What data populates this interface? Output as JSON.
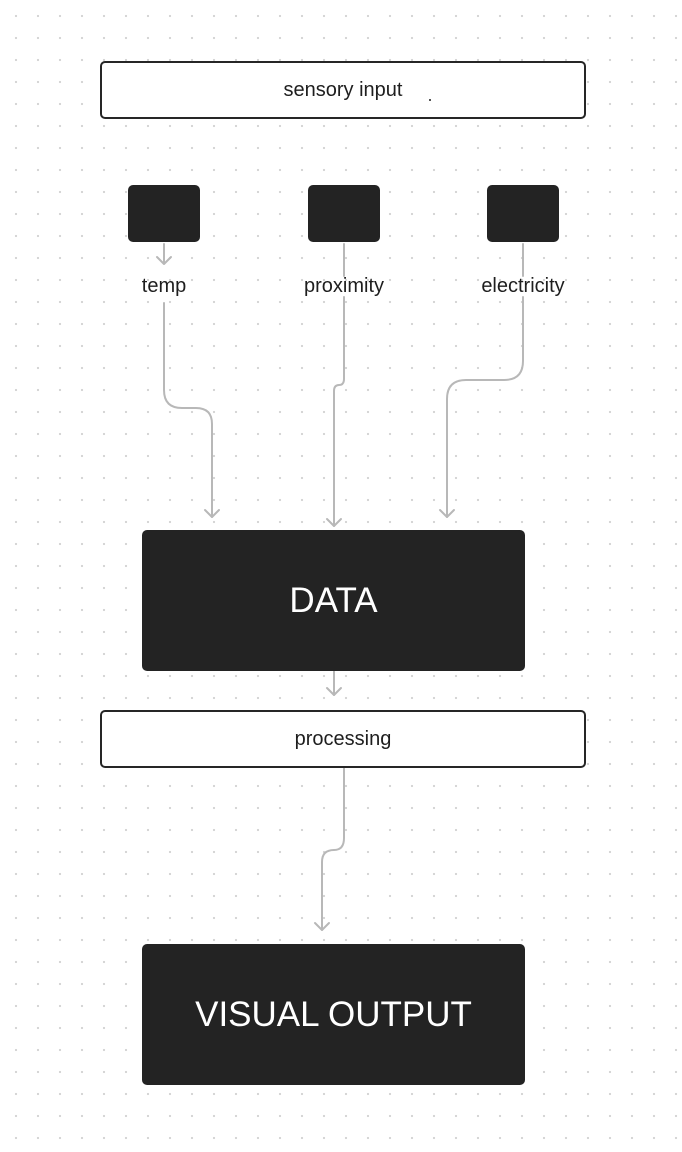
{
  "diagram": {
    "sensory_input": "sensory input",
    "sensors": [
      {
        "label": "temp"
      },
      {
        "label": "proximity"
      },
      {
        "label": "electricity"
      }
    ],
    "data": "DATA",
    "processing": "processing",
    "visual_output": "VISUAL OUTPUT"
  },
  "colors": {
    "block_fill": "#232323",
    "box_border": "#262626",
    "connector": "#b8b8b8",
    "canvas_dot": "#d4d4d4"
  }
}
